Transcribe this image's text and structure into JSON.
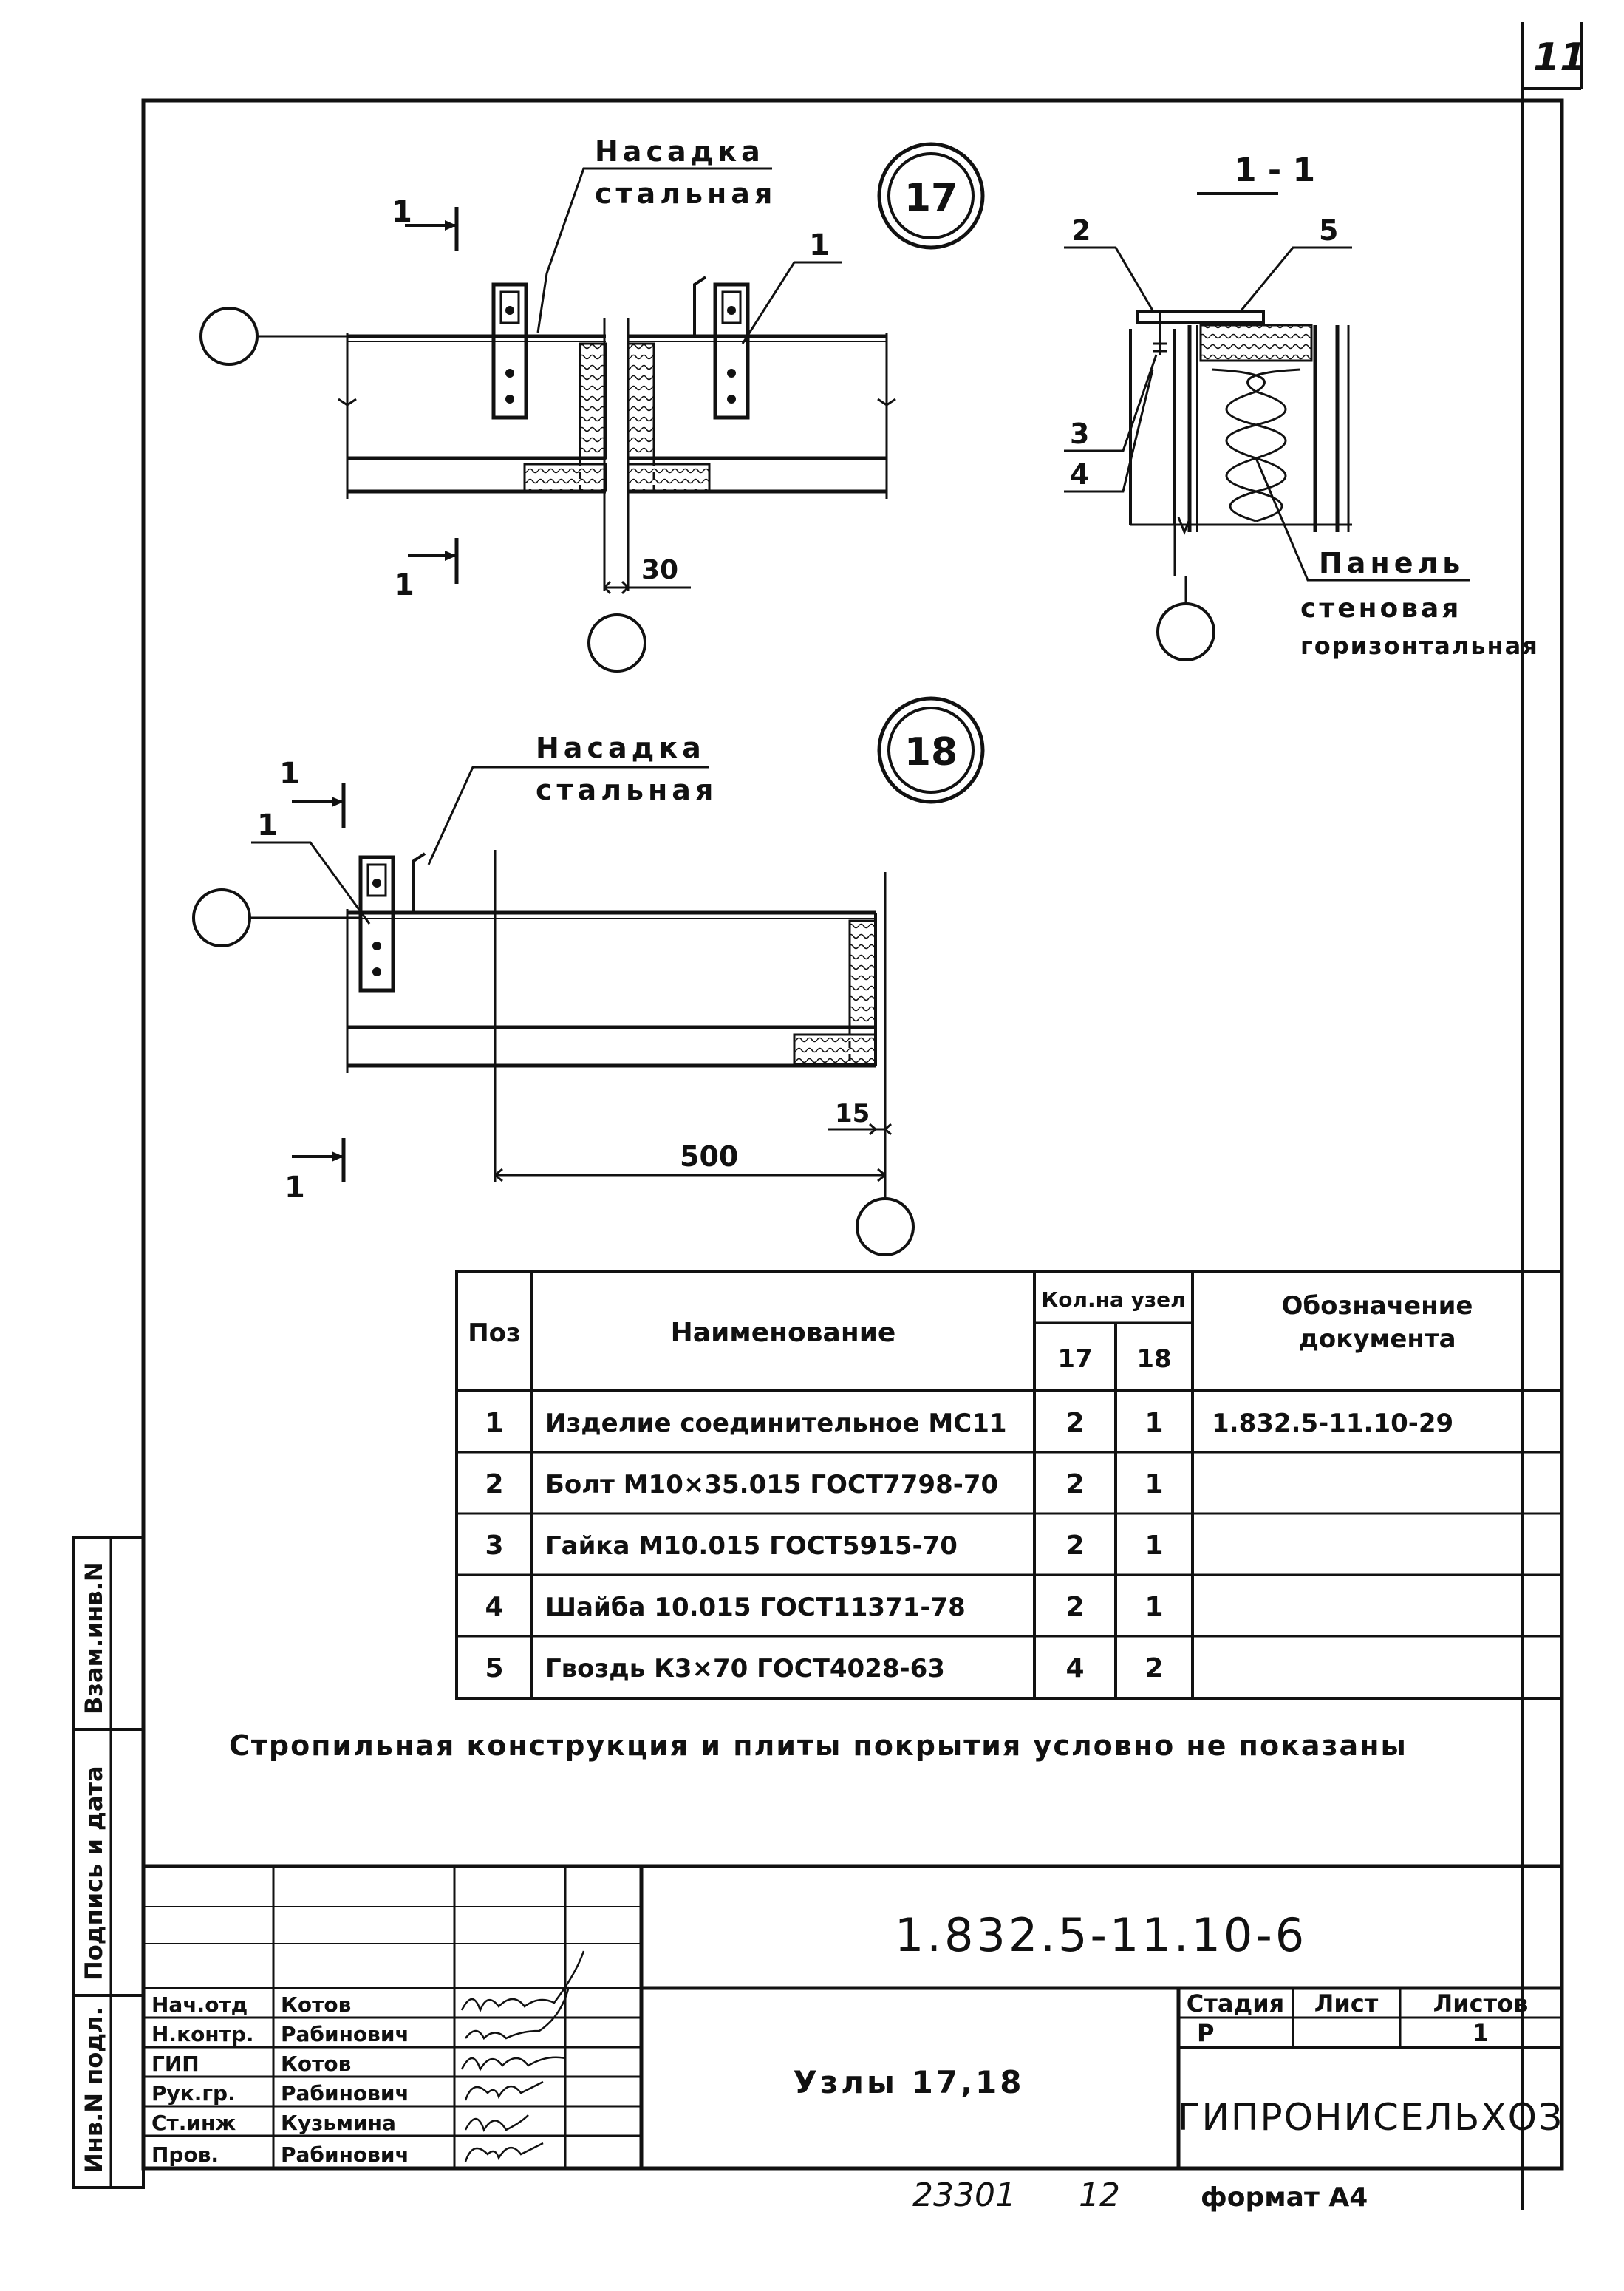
{
  "page_number": "11",
  "node17": {
    "label": "17",
    "callout_line1": "Насадка",
    "callout_line2": "стальная",
    "section_mark": "1",
    "dimension": "30",
    "item": "1"
  },
  "section11": {
    "title": "1 - 1",
    "pos2": "2",
    "pos5": "5",
    "pos3": "3",
    "pos4": "4",
    "panel_line1": "Панель",
    "panel_line2": "стеновая",
    "panel_line3": "горизонтальная"
  },
  "node18": {
    "label": "18",
    "callout_line1": "Насадка",
    "callout_line2": "стальная",
    "section_mark": "1",
    "item": "1",
    "dim_15": "15",
    "dim_500": "500"
  },
  "spec": {
    "headers": {
      "pos": "Поз",
      "name": "Наименование",
      "qty": "Кол.на узел",
      "q17": "17",
      "q18": "18",
      "doc_line1": "Обозначение",
      "doc_line2": "документа"
    },
    "rows": [
      {
        "pos": "1",
        "name": "Изделие соединительное МС11",
        "q17": "2",
        "q18": "1",
        "doc": "1.832.5-11.10-29"
      },
      {
        "pos": "2",
        "name": "Болт М10×35.015 ГОСТ7798-70",
        "q17": "2",
        "q18": "1",
        "doc": ""
      },
      {
        "pos": "3",
        "name": "Гайка М10.015   ГОСТ5915-70",
        "q17": "2",
        "q18": "1",
        "doc": ""
      },
      {
        "pos": "4",
        "name": "Шайба 10.015    ГОСТ11371-78",
        "q17": "2",
        "q18": "1",
        "doc": ""
      },
      {
        "pos": "5",
        "name": "Гвоздь К3×70   ГОСТ4028-63",
        "q17": "4",
        "q18": "2",
        "doc": ""
      }
    ]
  },
  "note": "Стропильная конструкция и плиты покрытия условно не показаны",
  "side_stamp": {
    "vz": "Взам.инв.N",
    "sign": "Подпись и дата",
    "inv": "Инв.N подл."
  },
  "title_block": {
    "doc_code": "1.832.5-11.10-6",
    "title": "Узлы 17,18",
    "stage_label": "Стадия",
    "sheet_label": "Лист",
    "sheets_label": "Листов",
    "stage_value": "Р",
    "sheet_value": "",
    "sheets_value": "1",
    "org": "ГИПРОНИСЕЛЬХОЗ",
    "people": [
      {
        "role": "Нач.отд",
        "name": "Котов"
      },
      {
        "role": "Н.контр.",
        "name": "Рабинович"
      },
      {
        "role": "ГИП",
        "name": "Котов"
      },
      {
        "role": "Рук.гр.",
        "name": "Рабинович"
      },
      {
        "role": "Ст.инж",
        "name": "Кузьмина"
      },
      {
        "role": "Пров.",
        "name": "Рабинович"
      }
    ]
  },
  "footer": {
    "number": "23301",
    "copy": "12",
    "format": "формат А4"
  }
}
